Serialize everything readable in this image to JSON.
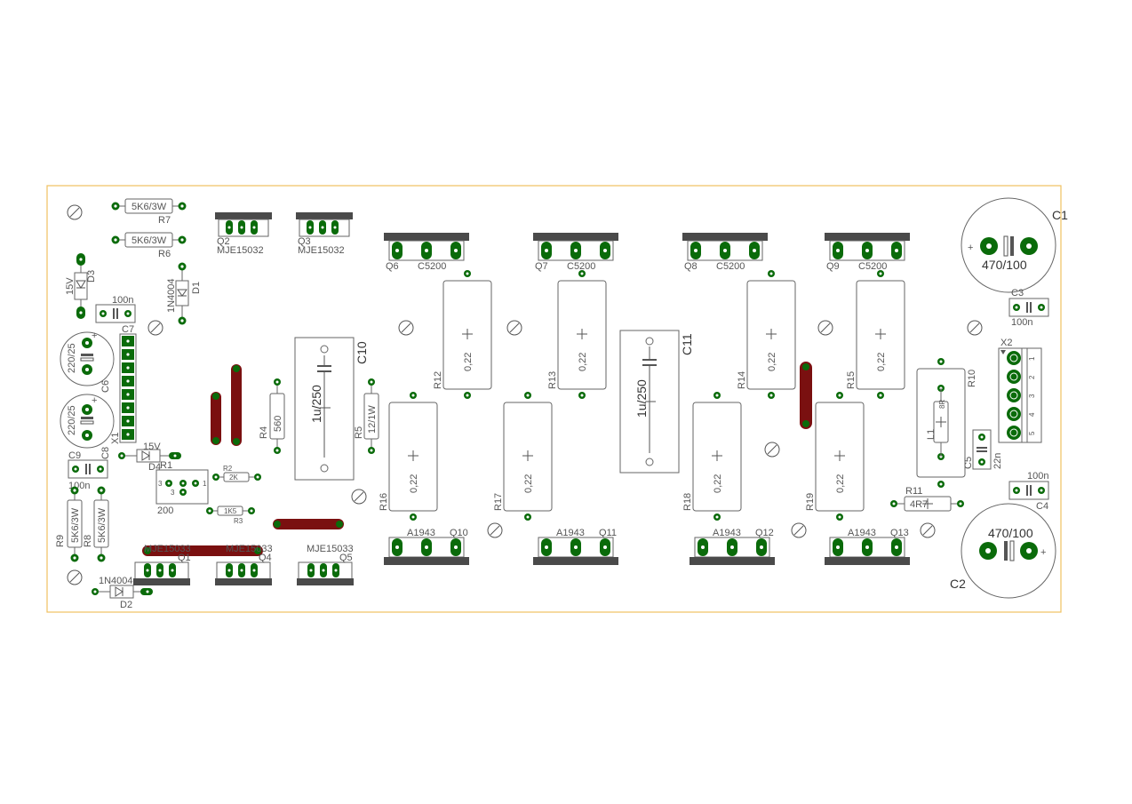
{
  "board": {
    "title": "",
    "edge_color": "#f0c060",
    "pad_color": "#0a6b0a",
    "jumper_color": "#7a1010"
  },
  "components": {
    "C1": {
      "ref": "C1",
      "value": "470/100"
    },
    "C2": {
      "ref": "C2",
      "value": "470/100"
    },
    "C3": {
      "ref": "C3",
      "value": "100n"
    },
    "C4": {
      "ref": "C4",
      "value": "100n"
    },
    "C5": {
      "ref": "C5",
      "value": "22n"
    },
    "C6": {
      "ref": "C6",
      "value": "220/25"
    },
    "C7": {
      "ref": "C7",
      "value": "100n"
    },
    "C8": {
      "ref": "C8",
      "value": "220/25"
    },
    "C9": {
      "ref": "C9",
      "value": "100n"
    },
    "C10": {
      "ref": "C10",
      "value": "1u/250"
    },
    "C11": {
      "ref": "C11",
      "value": "1u/250"
    },
    "D1": {
      "ref": "D1",
      "value": "1N4004"
    },
    "D2": {
      "ref": "D2",
      "value": "1N4004"
    },
    "D3": {
      "ref": "D3",
      "value": "15V"
    },
    "D4": {
      "ref": "D4",
      "value": "15V"
    },
    "R1": {
      "ref": "R1",
      "value": "200"
    },
    "R2": {
      "ref": "R2",
      "value": "2K"
    },
    "R3": {
      "ref": "R3",
      "value": "1K5"
    },
    "R4": {
      "ref": "R4",
      "value": "560"
    },
    "R5": {
      "ref": "R5",
      "value": "12/1W"
    },
    "R6": {
      "ref": "R6",
      "value": "5K6/3W"
    },
    "R7": {
      "ref": "R7",
      "value": "5K6/3W"
    },
    "R8": {
      "ref": "R8",
      "value": "5K6/3W"
    },
    "R9": {
      "ref": "R9",
      "value": "5K6/3W"
    },
    "R10": {
      "ref": "R10",
      "value": "8R"
    },
    "R11": {
      "ref": "R11",
      "value": "4R7"
    },
    "R12": {
      "ref": "R12",
      "value": "0,22"
    },
    "R13": {
      "ref": "R13",
      "value": "0,22"
    },
    "R14": {
      "ref": "R14",
      "value": "0,22"
    },
    "R15": {
      "ref": "R15",
      "value": "0,22"
    },
    "R16": {
      "ref": "R16",
      "value": "0,22"
    },
    "R17": {
      "ref": "R17",
      "value": "0,22"
    },
    "R18": {
      "ref": "R18",
      "value": "0,22"
    },
    "R19": {
      "ref": "R19",
      "value": "0,22"
    },
    "L1": {
      "ref": "L1"
    },
    "X1": {
      "ref": "X1"
    },
    "X2": {
      "ref": "X2",
      "pins": [
        "1",
        "2",
        "3",
        "4",
        "5"
      ]
    },
    "Q2": {
      "ref": "Q2",
      "value": "MJE15032"
    },
    "Q3": {
      "ref": "Q3",
      "value": "MJE15032"
    },
    "Q4": {
      "ref": "Q4",
      "value": "MJE15033"
    },
    "Q5": {
      "ref": "Q5",
      "value": "MJE15033"
    },
    "Q1": {
      "ref": "Q1",
      "value": "MJE15033"
    },
    "Q6": {
      "ref": "Q6",
      "value": "C5200"
    },
    "Q7": {
      "ref": "Q7",
      "value": "C5200"
    },
    "Q8": {
      "ref": "Q8",
      "value": "C5200"
    },
    "Q9": {
      "ref": "Q9",
      "value": "C5200"
    },
    "Q10": {
      "ref": "Q10",
      "value": "A1943"
    },
    "Q11": {
      "ref": "Q11",
      "value": "A1943"
    },
    "Q12": {
      "ref": "Q12",
      "value": "A1943"
    },
    "Q13": {
      "ref": "Q13",
      "value": "A1943"
    }
  },
  "pot_pins": [
    "3",
    "1",
    "3"
  ]
}
